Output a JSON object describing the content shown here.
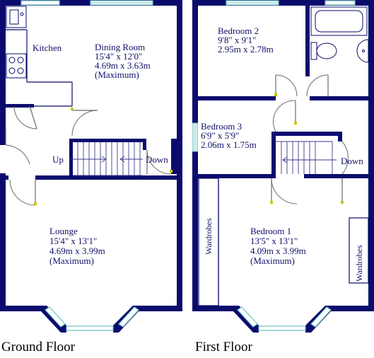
{
  "floors": {
    "ground": {
      "title": "Ground Floor",
      "rooms": {
        "kitchen": {
          "name": "Kitchen"
        },
        "dining": {
          "name": "Dining Room",
          "imperial": "15'4\" x 12'0\"",
          "metric": "4.69m x 3.63m",
          "note": "(Maximum)"
        },
        "lounge": {
          "name": "Lounge",
          "imperial": "15'4\" x 13'1\"",
          "metric": "4.69m x 3.99m",
          "note": "(Maximum)"
        }
      },
      "stairs": {
        "up": "Up",
        "down": "Down"
      }
    },
    "first": {
      "title": "First Floor",
      "rooms": {
        "bedroom2": {
          "name": "Bedroom 2",
          "imperial": "9'8\" x 9'1\"",
          "metric": "2.95m x 2.78m"
        },
        "bedroom3": {
          "name": "Bedroom 3",
          "imperial": "6'9\" x 5'9\"",
          "metric": "2.06m x 1.75m"
        },
        "bedroom1": {
          "name": "Bedroom 1",
          "imperial": "13'5\" x 13'1\"",
          "metric": "4.09m x 3.99m",
          "note": "(Maximum)"
        }
      },
      "stairs": {
        "down": "Down"
      },
      "wardrobes_left": "Wardrobes",
      "wardrobes_right": "Wardrobes"
    }
  },
  "colors": {
    "wall": "#0b0b6e",
    "window": "#6bc2c2",
    "door": "#6b6b6b",
    "text": "#10106a"
  }
}
